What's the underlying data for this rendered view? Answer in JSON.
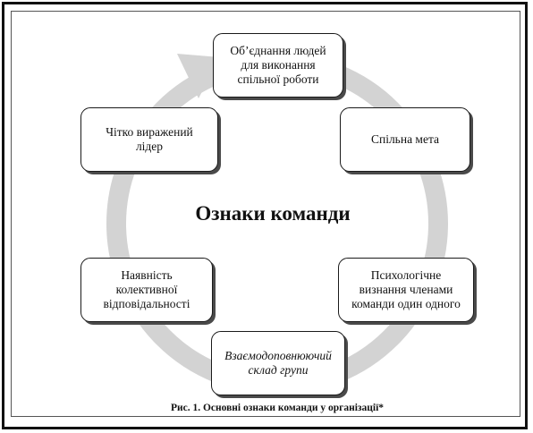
{
  "diagram": {
    "title": "Ознаки команди",
    "nodes": [
      {
        "id": "top",
        "text": "Об’єднання людей\nдля виконання\nспільної роботи"
      },
      {
        "id": "right-upper",
        "text": "Спільна мета"
      },
      {
        "id": "right-lower",
        "text": "Психологічне\nвизнання членами\nкоманди один одного"
      },
      {
        "id": "bottom",
        "text": "Взаємодоповнюючий\nсклад групи"
      },
      {
        "id": "left-lower",
        "text": "Наявність\nколективної\nвідповідальності"
      },
      {
        "id": "left-upper",
        "text": "Чітко виражений\nлідер"
      }
    ],
    "ring_color": "#d3d3d3"
  },
  "caption": "Рис. 1. Основні ознаки команди у організації*"
}
